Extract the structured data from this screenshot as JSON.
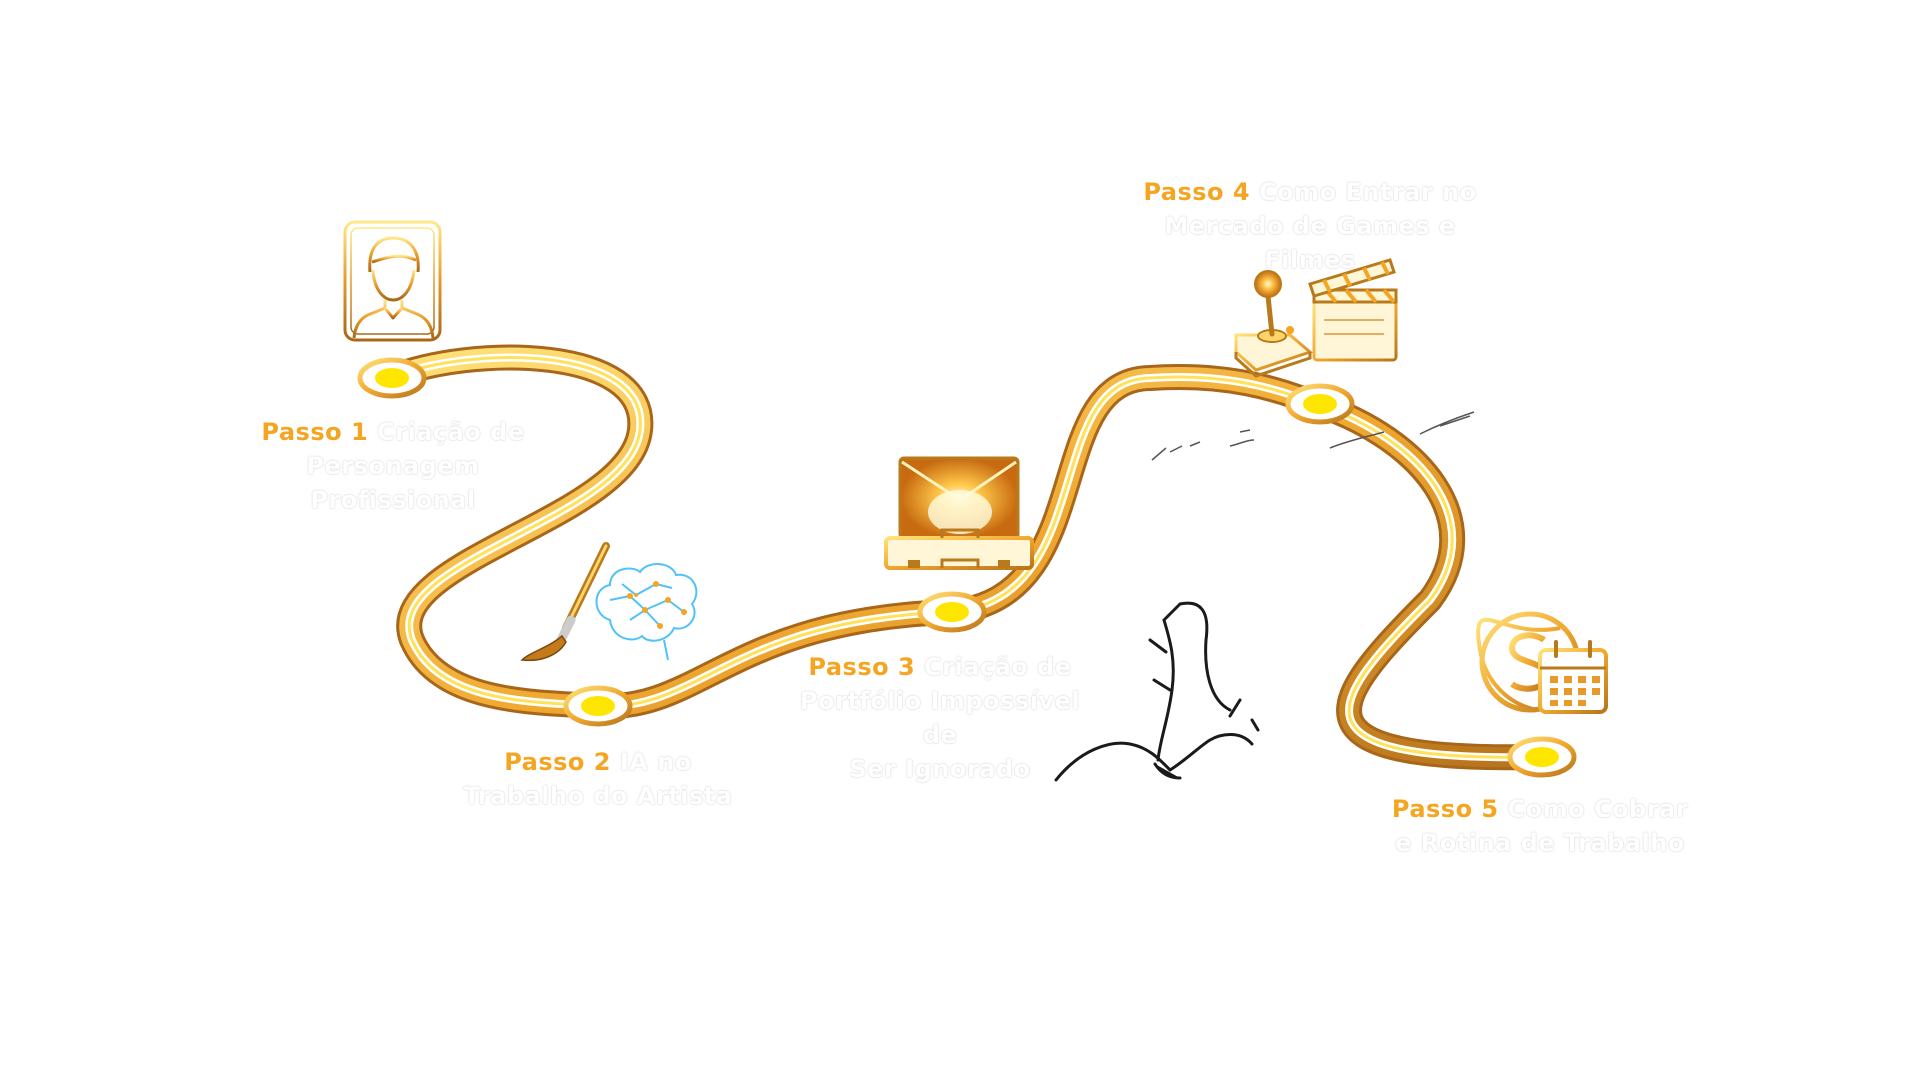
{
  "colors": {
    "accent_orange": "#f4a521",
    "gold_light": "#ffd95a",
    "gold_dark": "#b87a1a",
    "node_fill": "#ffe600",
    "circuit_blue": "#4fc3f7"
  },
  "steps": [
    {
      "label": "Passo 1",
      "desc_line1": "Criação de",
      "desc_line2": "Personagem Profissional",
      "icon": "portrait-icon"
    },
    {
      "label": "Passo 2",
      "desc_line1": "IA no",
      "desc_line2": "Trabalho do Artista",
      "icon": "brush-brain-icon"
    },
    {
      "label": "Passo 3",
      "desc_line1": "Criação de",
      "desc_line2": "Portfólio Impossível de",
      "desc_line3": "Ser Ignorado",
      "icon": "briefcase-icon"
    },
    {
      "label": "Passo 4",
      "desc_line1": "Como Entrar no",
      "desc_line2": "Mercado de Games e Filmes",
      "icon": "joystick-clapper-icon"
    },
    {
      "label": "Passo 5",
      "desc_line1": "Como Cobrar",
      "desc_line2": "e Rotina de Trabalho",
      "icon": "money-calendar-icon"
    }
  ]
}
